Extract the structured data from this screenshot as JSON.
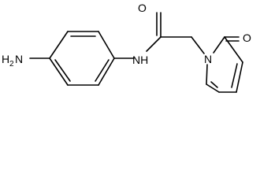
{
  "molecule": {
    "atoms": {
      "amine": {
        "element": "H",
        "subscript": "2",
        "suffix": "N"
      },
      "amide_nh": "NH",
      "carbonyl_o1": "O",
      "ring_n": "N",
      "carbonyl_o2": "O"
    }
  },
  "colors": {
    "ink": "#000000",
    "background": "#ffffff"
  }
}
